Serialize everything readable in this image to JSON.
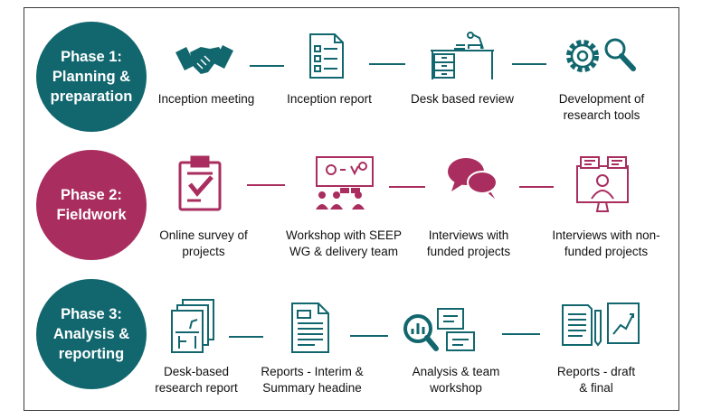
{
  "colors": {
    "teal": "#12676f",
    "maroon": "#a92e5f",
    "border": "#3b3b3b"
  },
  "phases": [
    {
      "label": "Phase 1:\nPlanning &\npreparation",
      "color": "#12676f",
      "steps": [
        {
          "icon": "handshake-icon",
          "label": "Inception meeting"
        },
        {
          "icon": "checklist-document-icon",
          "label": "Inception report"
        },
        {
          "icon": "desk-icon",
          "label": "Desk based review"
        },
        {
          "icon": "gear-magnifier-icon",
          "label": "Development of\nresearch tools"
        }
      ]
    },
    {
      "label": "Phase 2:\nFieldwork",
      "color": "#a92e5f",
      "steps": [
        {
          "icon": "clipboard-survey-icon",
          "label": "Online survey of\nprojects"
        },
        {
          "icon": "presentation-workshop-icon",
          "label": "Workshop with SEEP\nWG & delivery team"
        },
        {
          "icon": "speech-bubbles-icon",
          "label": "Interviews with\nfunded projects"
        },
        {
          "icon": "video-interview-icon",
          "label": "Interviews with non-\nfunded projects"
        }
      ]
    },
    {
      "label": "Phase 3:\nAnalysis &\nreporting",
      "color": "#12676f",
      "steps": [
        {
          "icon": "stacked-documents-icon",
          "label": "Desk-based\nresearch report"
        },
        {
          "icon": "report-document-icon",
          "label": "Reports - Interim &\nSummary headine"
        },
        {
          "icon": "analysis-chat-icon",
          "label": "Analysis & team\nworkshop"
        },
        {
          "icon": "reports-chart-icon",
          "label": "Reports - draft\n& final"
        }
      ]
    }
  ]
}
